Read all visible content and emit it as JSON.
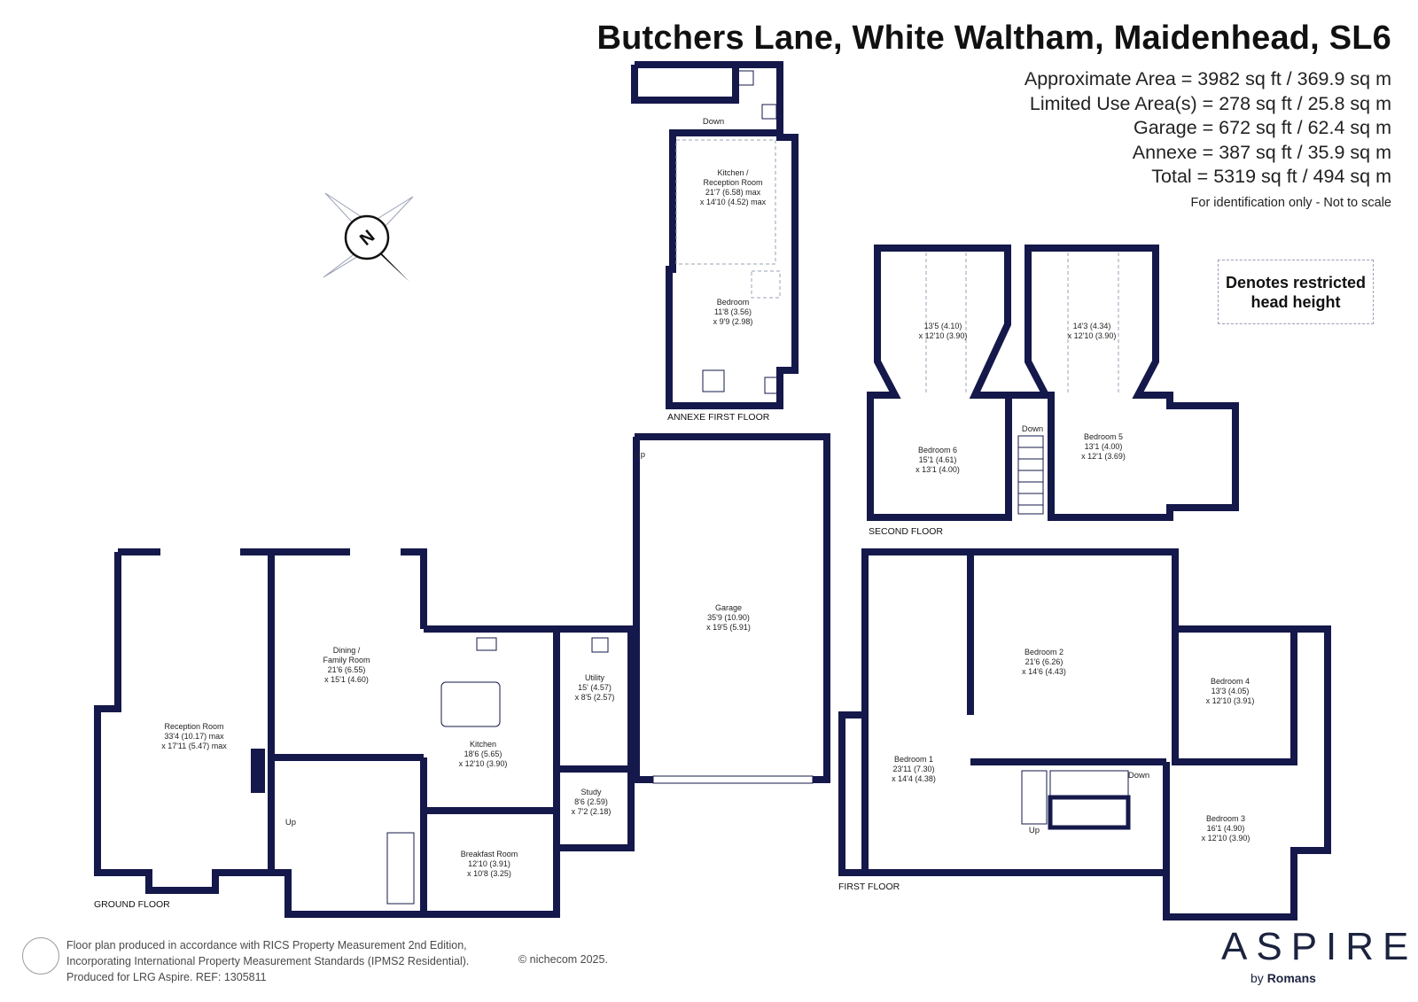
{
  "header": {
    "title": "Butchers Lane, White Waltham, Maidenhead, SL6",
    "areas": [
      "Approximate Area = 3982 sq ft / 369.9 sq m",
      "Limited Use Area(s) = 278 sq ft / 25.8 sq m",
      "Garage = 672 sq ft / 62.4 sq m",
      "Annexe = 387 sq ft / 35.9 sq m",
      "Total = 5319 sq ft / 494 sq m"
    ],
    "identification": "For identification only - Not to scale"
  },
  "legend": {
    "line1": "Denotes restricted",
    "line2": "head height"
  },
  "compass": {
    "letter": "N"
  },
  "floors": {
    "annexe": "ANNEXE FIRST FLOOR",
    "second": "SECOND FLOOR",
    "first": "FIRST FLOOR",
    "ground": "GROUND FLOOR"
  },
  "rooms": {
    "annexe_kitchen": {
      "name1": "Kitchen /",
      "name2": "Reception Room",
      "dim1": "21'7 (6.58) max",
      "dim2": "x 14'10 (4.52) max"
    },
    "annexe_bedroom": {
      "name": "Bedroom",
      "dim1": "11'8 (3.56)",
      "dim2": "x 9'9 (2.98)"
    },
    "bedroom6": {
      "name": "Bedroom 6",
      "dim1": "15'1 (4.61)",
      "dim2": "x 13'1 (4.00)"
    },
    "bedroom6_upper": {
      "dim1": "13'5 (4.10)",
      "dim2": "x 12'10 (3.90)"
    },
    "bedroom5": {
      "name": "Bedroom 5",
      "dim1": "13'1 (4.00)",
      "dim2": "x 12'1 (3.69)"
    },
    "bedroom5_upper": {
      "dim1": "14'3 (4.34)",
      "dim2": "x 12'10 (3.90)"
    },
    "garage": {
      "name": "Garage",
      "dim1": "35'9 (10.90)",
      "dim2": "x 19'5 (5.91)"
    },
    "reception": {
      "name": "Reception Room",
      "dim1": "33'4 (10.17) max",
      "dim2": "x 17'11 (5.47) max"
    },
    "dining": {
      "name1": "Dining /",
      "name2": "Family Room",
      "dim1": "21'6 (6.55)",
      "dim2": "x 15'1 (4.60)"
    },
    "kitchen": {
      "name": "Kitchen",
      "dim1": "18'6 (5.65)",
      "dim2": "x 12'10 (3.90)"
    },
    "utility": {
      "name": "Utility",
      "dim1": "15' (4.57)",
      "dim2": "x 8'5 (2.57)"
    },
    "study": {
      "name": "Study",
      "dim1": "8'6 (2.59)",
      "dim2": "x 7'2 (2.18)"
    },
    "breakfast": {
      "name": "Breakfast Room",
      "dim1": "12'10 (3.91)",
      "dim2": "x 10'8 (3.25)"
    },
    "bedroom1": {
      "name": "Bedroom 1",
      "dim1": "23'11 (7.30)",
      "dim2": "x 14'4 (4.38)"
    },
    "bedroom2": {
      "name": "Bedroom 2",
      "dim1": "21'6 (6.26)",
      "dim2": "x 14'6 (4.43)"
    },
    "bedroom4": {
      "name": "Bedroom 4",
      "dim1": "13'3 (4.05)",
      "dim2": "x 12'10 (3.91)"
    },
    "bedroom3": {
      "name": "Bedroom 3",
      "dim1": "16'1 (4.90)",
      "dim2": "x 12'10 (3.90)"
    }
  },
  "stairs": {
    "down": "Down",
    "up": "Up"
  },
  "footer": {
    "line1": "Floor plan produced in accordance with RICS Property Measurement 2nd Edition,",
    "line2": "Incorporating International Property Measurement Standards (IPMS2 Residential).",
    "line3": "Produced for LRG Aspire.   REF:  1305811",
    "copyright": "© nichecom 2025."
  },
  "brand": {
    "name": "ASPIRE",
    "by": "by",
    "sub": "Romans"
  },
  "colors": {
    "wall": "#14184a",
    "accent": "#1c2340",
    "dashed": "#9aa0b5"
  }
}
